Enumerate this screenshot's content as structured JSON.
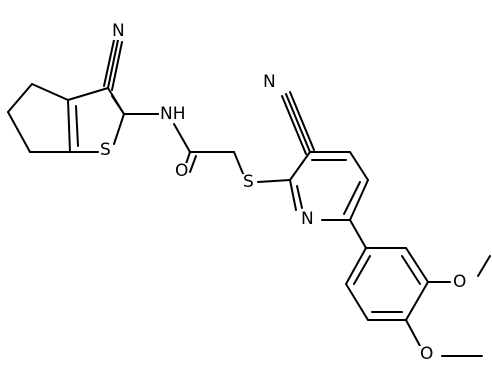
{
  "labels": {
    "n_cyano_top": "N",
    "nh": "NH",
    "s_thiophene": "S",
    "o_carbonyl": "O",
    "s_thioether": "S",
    "n_cyano_pyridine": "N",
    "n_pyridine": "N",
    "o_methoxy_1": "O",
    "o_methoxy_2": "O"
  },
  "colors": {
    "ink": "#000000",
    "background": "#ffffff"
  }
}
